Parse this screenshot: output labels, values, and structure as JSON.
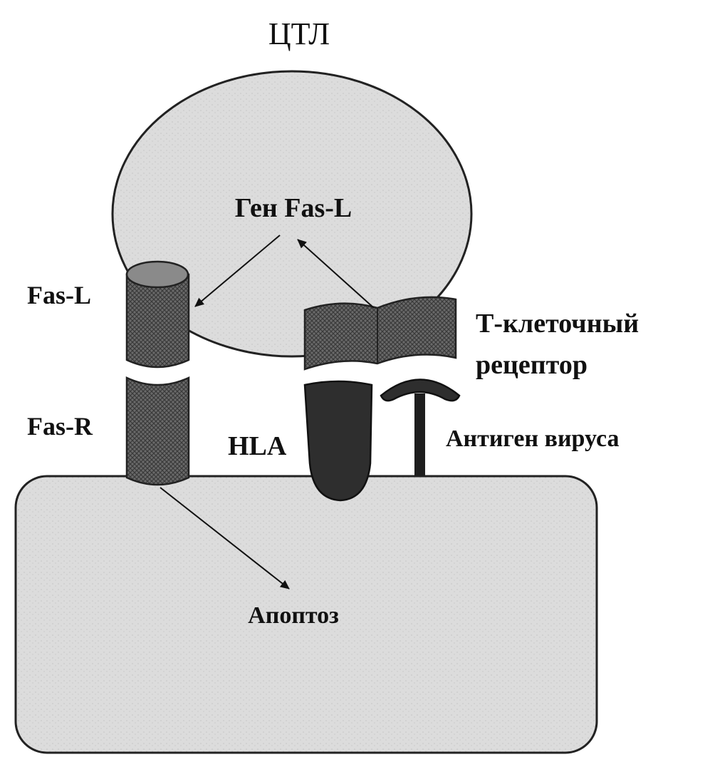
{
  "diagram": {
    "title": "ЦТЛ",
    "labels": {
      "gene_fas_l": "Ген Fas-L",
      "fas_l": "Fas-L",
      "fas_r": "Fas-R",
      "hla": "HLA",
      "tcr_line1": "Т-клеточный",
      "tcr_line2": "рецептор",
      "viral_antigen": "Антиген вируса",
      "apoptosis": "Апоптоз"
    },
    "colors": {
      "cell_fill": "#d9d9d9",
      "receptor_fill": "#5a5a5a",
      "hla_fill": "#2e2e2e",
      "outline": "#222222"
    }
  }
}
